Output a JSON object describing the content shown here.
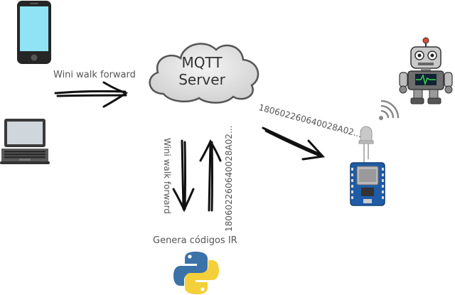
{
  "server": {
    "label_line1": "MQTT",
    "label_line2": "Server"
  },
  "labels": {
    "phone_to_server": "Wini walk forward",
    "server_down": "Wini walk forward",
    "server_up": "180602260640028A02...",
    "server_to_device": "180602260640028A02...",
    "python_caption": "Genera códigos IR"
  },
  "icons": {
    "phone": "smartphone-icon",
    "laptop": "laptop-icon",
    "cloud": "cloud-icon",
    "robot": "robot-icon",
    "wifi": "wifi-signal-icon",
    "ir_led": "ir-led-icon",
    "board": "esp8266-board-icon",
    "python": "python-logo-icon"
  },
  "colors": {
    "phone_screen": "#8fe3f5",
    "cloud_fill": "#e5e5e5",
    "board_blue": "#1f5ca8",
    "python_blue": "#3b73a8",
    "python_yellow": "#f3cf3a"
  }
}
